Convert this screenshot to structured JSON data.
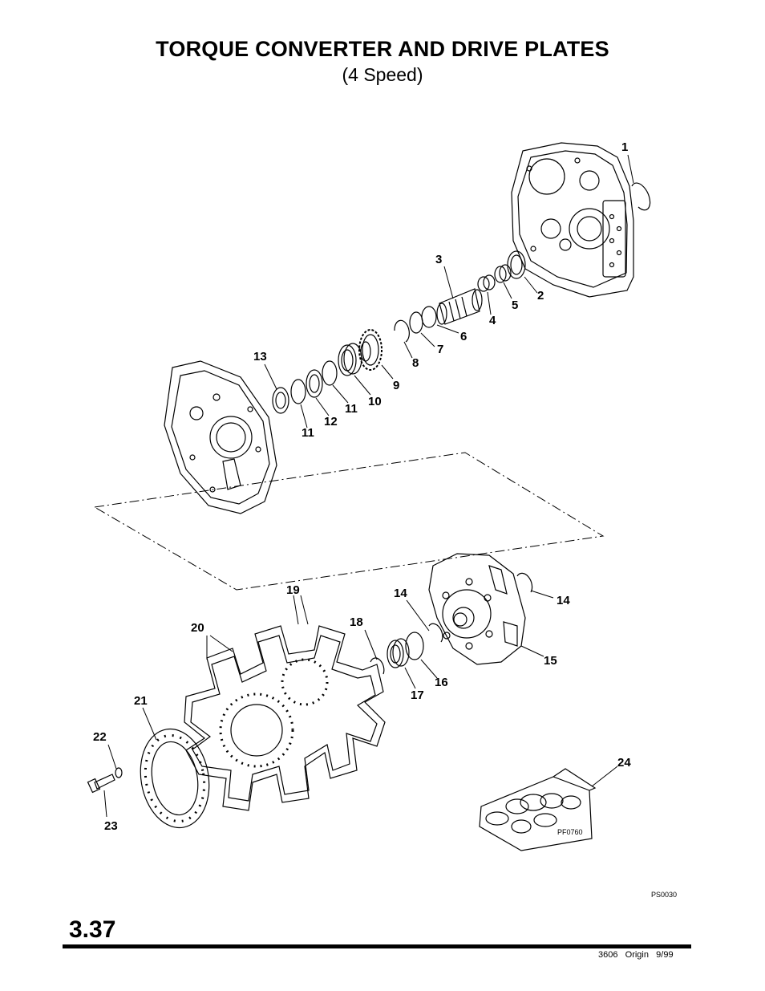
{
  "header": {
    "title": "TORQUE CONVERTER AND DRIVE PLATES",
    "subtitle": "(4 Speed)"
  },
  "callouts": {
    "c1": "1",
    "c2": "2",
    "c3": "3",
    "c4": "4",
    "c5": "5",
    "c6": "6",
    "c7": "7",
    "c8": "8",
    "c9": "9",
    "c10": "10",
    "c11a": "11",
    "c11b": "11",
    "c12": "12",
    "c13": "13",
    "c14a": "14",
    "c14b": "14",
    "c15": "15",
    "c16": "16",
    "c17": "17",
    "c18": "18",
    "c19": "19",
    "c20": "20",
    "c21": "21",
    "c22": "22",
    "c23": "23",
    "c24": "24"
  },
  "codes": {
    "kit_figure": "PF0760",
    "page_figure": "PS0030"
  },
  "footer": {
    "page_number": "3.37",
    "doc_info": "3606   Origin   9/99"
  }
}
